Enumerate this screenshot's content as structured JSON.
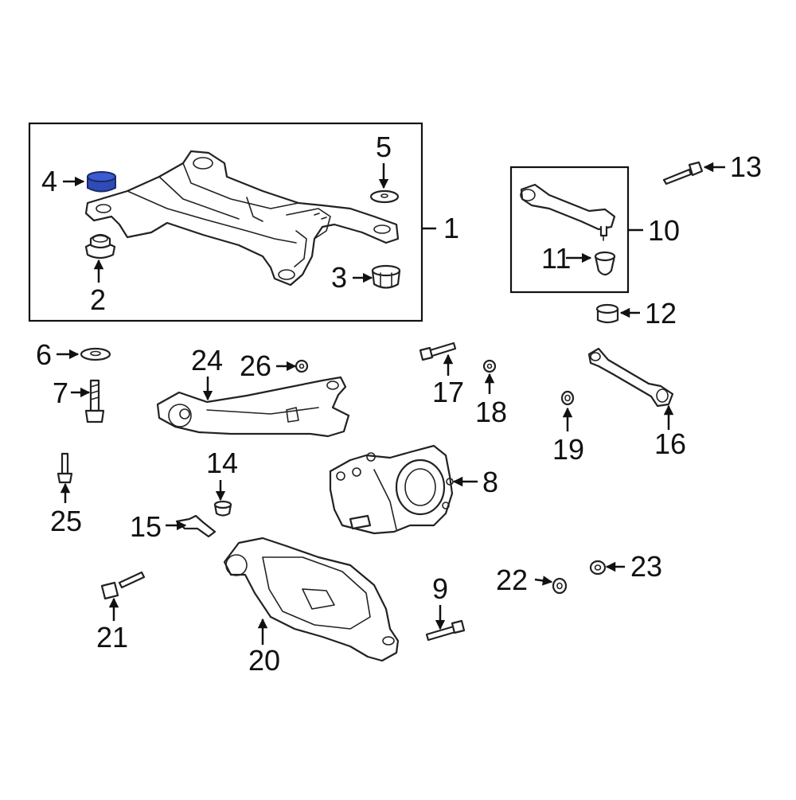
{
  "diagram": {
    "highlight_color": "#2f4bb5",
    "highlighted_part": "4",
    "labels": {
      "p1": "1",
      "p2": "2",
      "p3": "3",
      "p4": "4",
      "p5": "5",
      "p6": "6",
      "p7": "7",
      "p8": "8",
      "p9": "9",
      "p10": "10",
      "p11": "11",
      "p12": "12",
      "p13": "13",
      "p14": "14",
      "p15": "15",
      "p16": "16",
      "p17": "17",
      "p18": "18",
      "p19": "19",
      "p20": "20",
      "p21": "21",
      "p22": "22",
      "p23": "23",
      "p24": "24",
      "p25": "25",
      "p26": "26"
    }
  }
}
